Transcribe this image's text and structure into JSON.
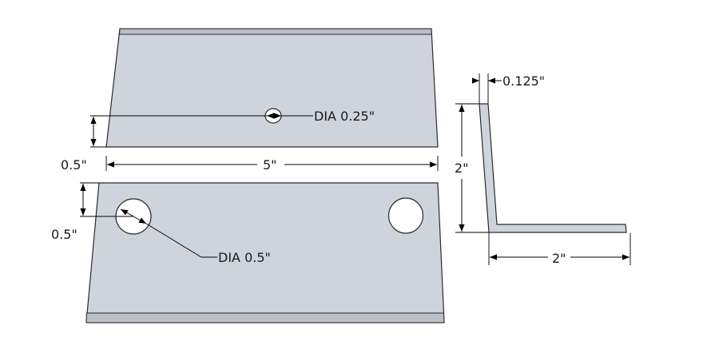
{
  "dimensions": {
    "small_hole_dia": "DIA 0.25\"",
    "large_hole_dia": "DIA 0.5\"",
    "length": "5\"",
    "top_offset": "0.5\"",
    "bottom_offset": "0.5\"",
    "thickness": "0.125\"",
    "vertical_leg": "2\"",
    "horizontal_leg": "2\""
  }
}
